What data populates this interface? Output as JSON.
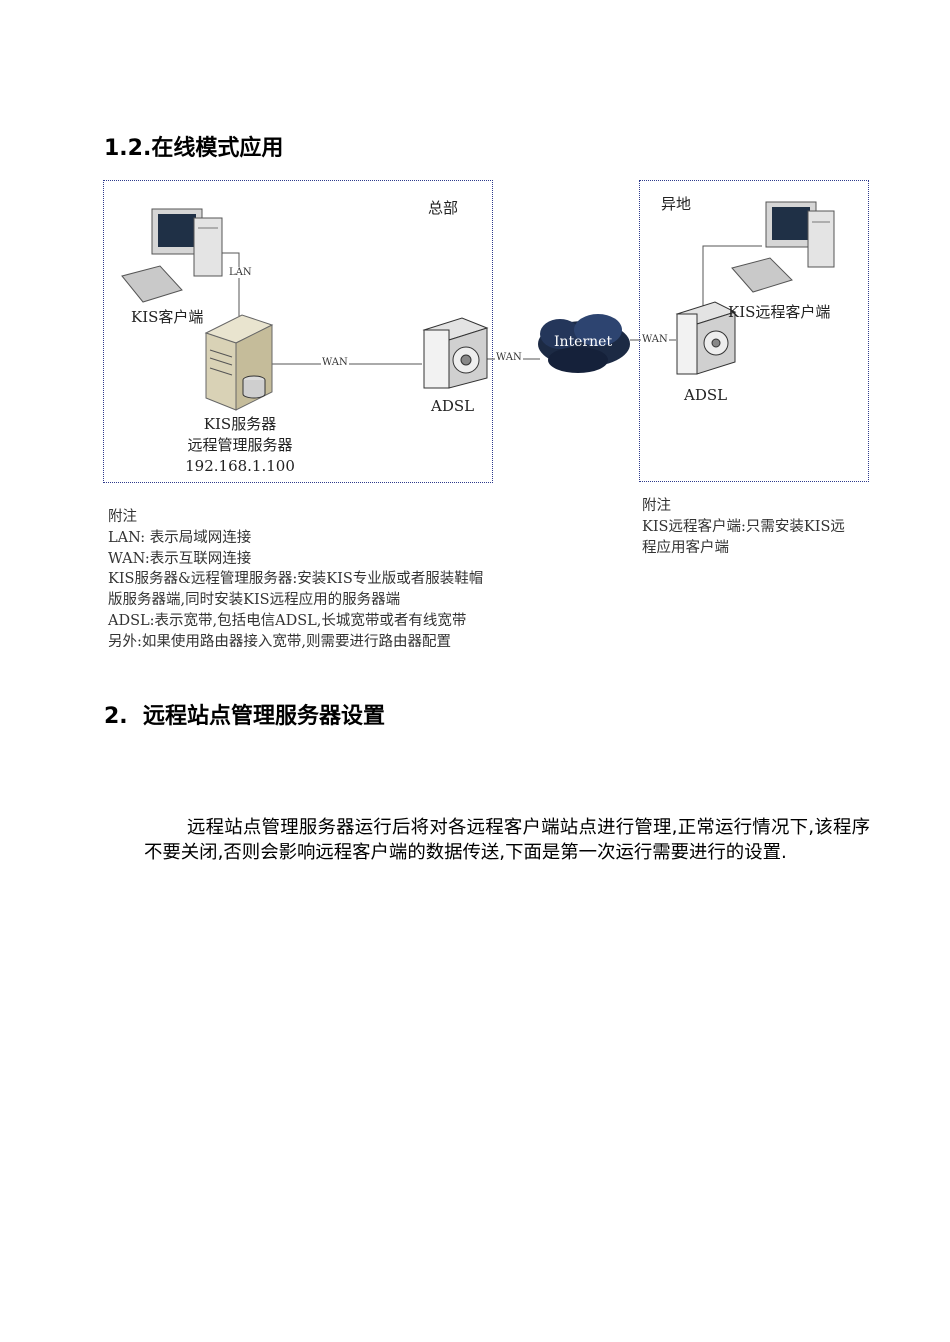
{
  "section_1_2": {
    "heading": "1.2.在线模式应用"
  },
  "diagram": {
    "hq": {
      "title": "总部",
      "client_label": "KIS客户端",
      "lan_label": "LAN",
      "wan_label_1": "WAN",
      "server_label_lines": [
        "KIS服务器",
        "远程管理服务器",
        "192.168.1.100"
      ],
      "adsl_label": "ADSL"
    },
    "internet_label": "Internet",
    "wan_label_2": "WAN",
    "remote": {
      "title": "异地",
      "wan_label": "WAN",
      "client_label": "KIS远程客户端",
      "adsl_label": "ADSL"
    },
    "notes_left": [
      "附注",
      "LAN: 表示局域网连接",
      "WAN:表示互联网连接",
      "KIS服务器&远程管理服务器:安装KIS专业版或者服装鞋帽",
      "版服务器端,同时安装KIS远程应用的服务器端",
      "ADSL:表示宽带,包括电信ADSL,长城宽带或者有线宽带",
      "另外:如果使用路由器接入宽带,则需要进行路由器配置"
    ],
    "notes_right": [
      "附注",
      "KIS远程客户端:只需安装KIS远",
      "程应用客户端"
    ]
  },
  "section_2": {
    "heading": "2.  远程站点管理服务器设置",
    "paragraph": "远程站点管理服务器运行后将对各远程客户端站点进行管理,正常运行情况下,该程序不要关闭,否则会影响远程客户端的数据传送,下面是第一次运行需要进行的设置."
  }
}
